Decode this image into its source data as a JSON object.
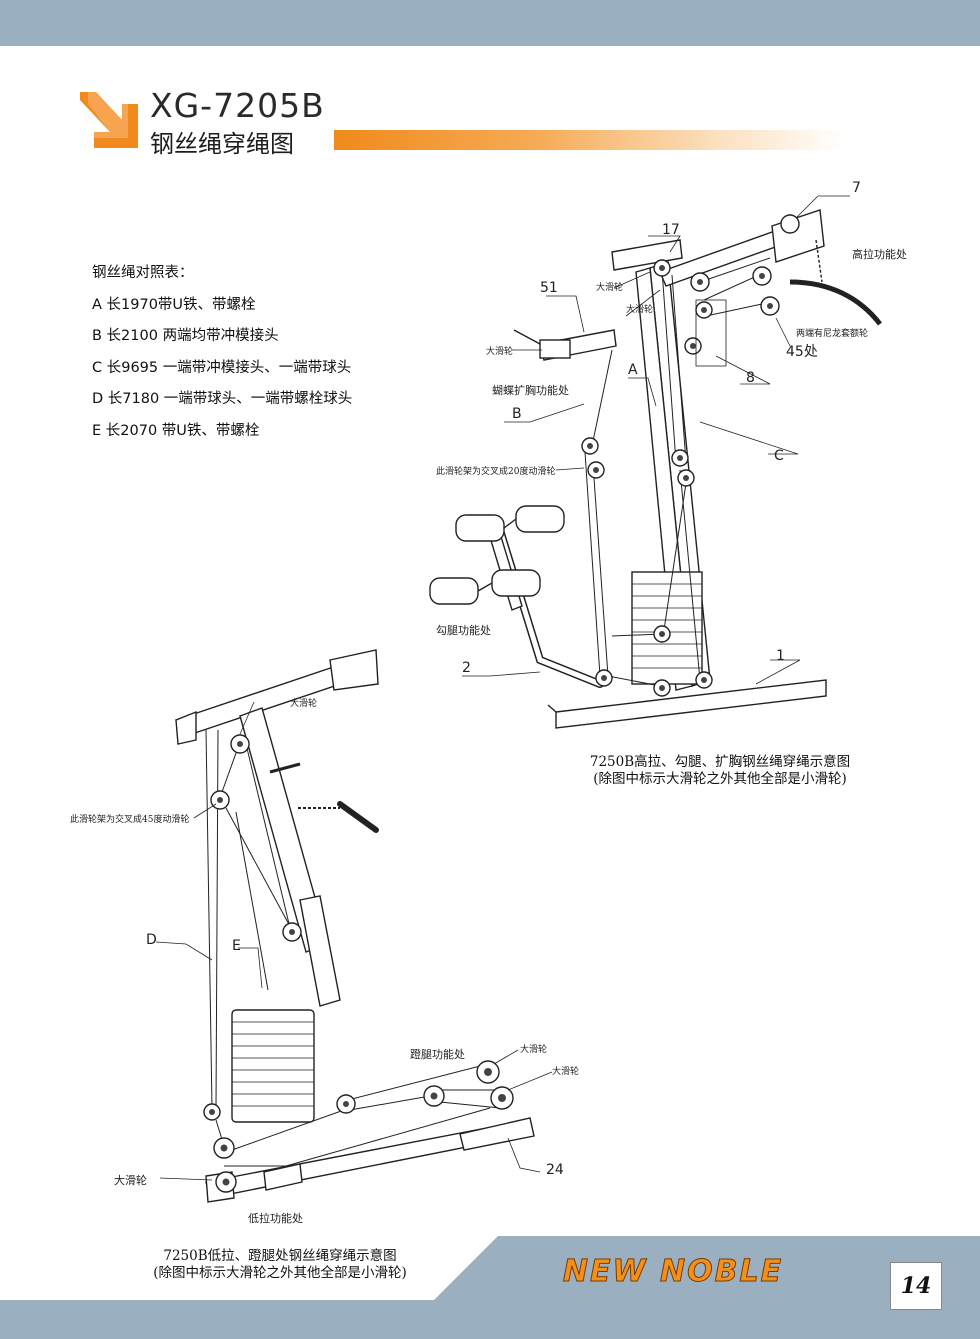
{
  "header": {
    "model": "XG-7205B",
    "title": "钢丝绳穿绳图"
  },
  "legend": {
    "heading": "钢丝绳对照表：",
    "items": [
      "A 长1970带U铁、带螺栓",
      "B 长2100 两端均带冲模接头",
      "C 长9695 一端带冲模接头、一端带球头",
      "D 长7180 一端带球头、一端带螺栓球头",
      "E 长2070 带U铁、带螺栓"
    ]
  },
  "diagram_top": {
    "labels": {
      "n7": "7",
      "n17": "17",
      "n51": "51",
      "n8": "8",
      "n45": "45处",
      "n1": "1",
      "n2": "2",
      "A": "A",
      "B": "B",
      "C": "C",
      "big_pulley_a": "大滑轮",
      "big_pulley_b": "大滑轮",
      "big_pulley_c": "大滑轮",
      "high_pull": "高拉功能处",
      "butterfly": "蝴蝶扩胸功能处",
      "bracket20": "此滑轮架为交叉成20度动滑轮",
      "leg_curl": "勾腿功能处",
      "nylon": "两端有尼龙套额轮"
    },
    "caption": [
      "7250B高拉、勾腿、扩胸钢丝绳穿绳示意图",
      "(除图中标示大滑轮之外其他全部是小滑轮)"
    ]
  },
  "diagram_bottom": {
    "labels": {
      "D": "D",
      "E": "E",
      "n24": "24",
      "big_pulley_top": "大滑轮",
      "bracket45": "此滑轮架为交叉成45度动滑轮",
      "leg_kick": "蹬腿功能处",
      "big_pulley_r1": "大滑轮",
      "big_pulley_r2": "大滑轮",
      "big_pulley_bl": "大滑轮",
      "low_pull": "低拉功能处"
    },
    "caption": [
      "7250B低拉、蹬腿处钢丝绳穿绳示意图",
      "(除图中标示大滑轮之外其他全部是小滑轮)"
    ]
  },
  "footer": {
    "brand": "NEW NOBLE",
    "page_number": "14"
  },
  "colors": {
    "band": "#9aafbf",
    "accent_orange": "#f08a1c",
    "brand_orange": "#f39019"
  }
}
